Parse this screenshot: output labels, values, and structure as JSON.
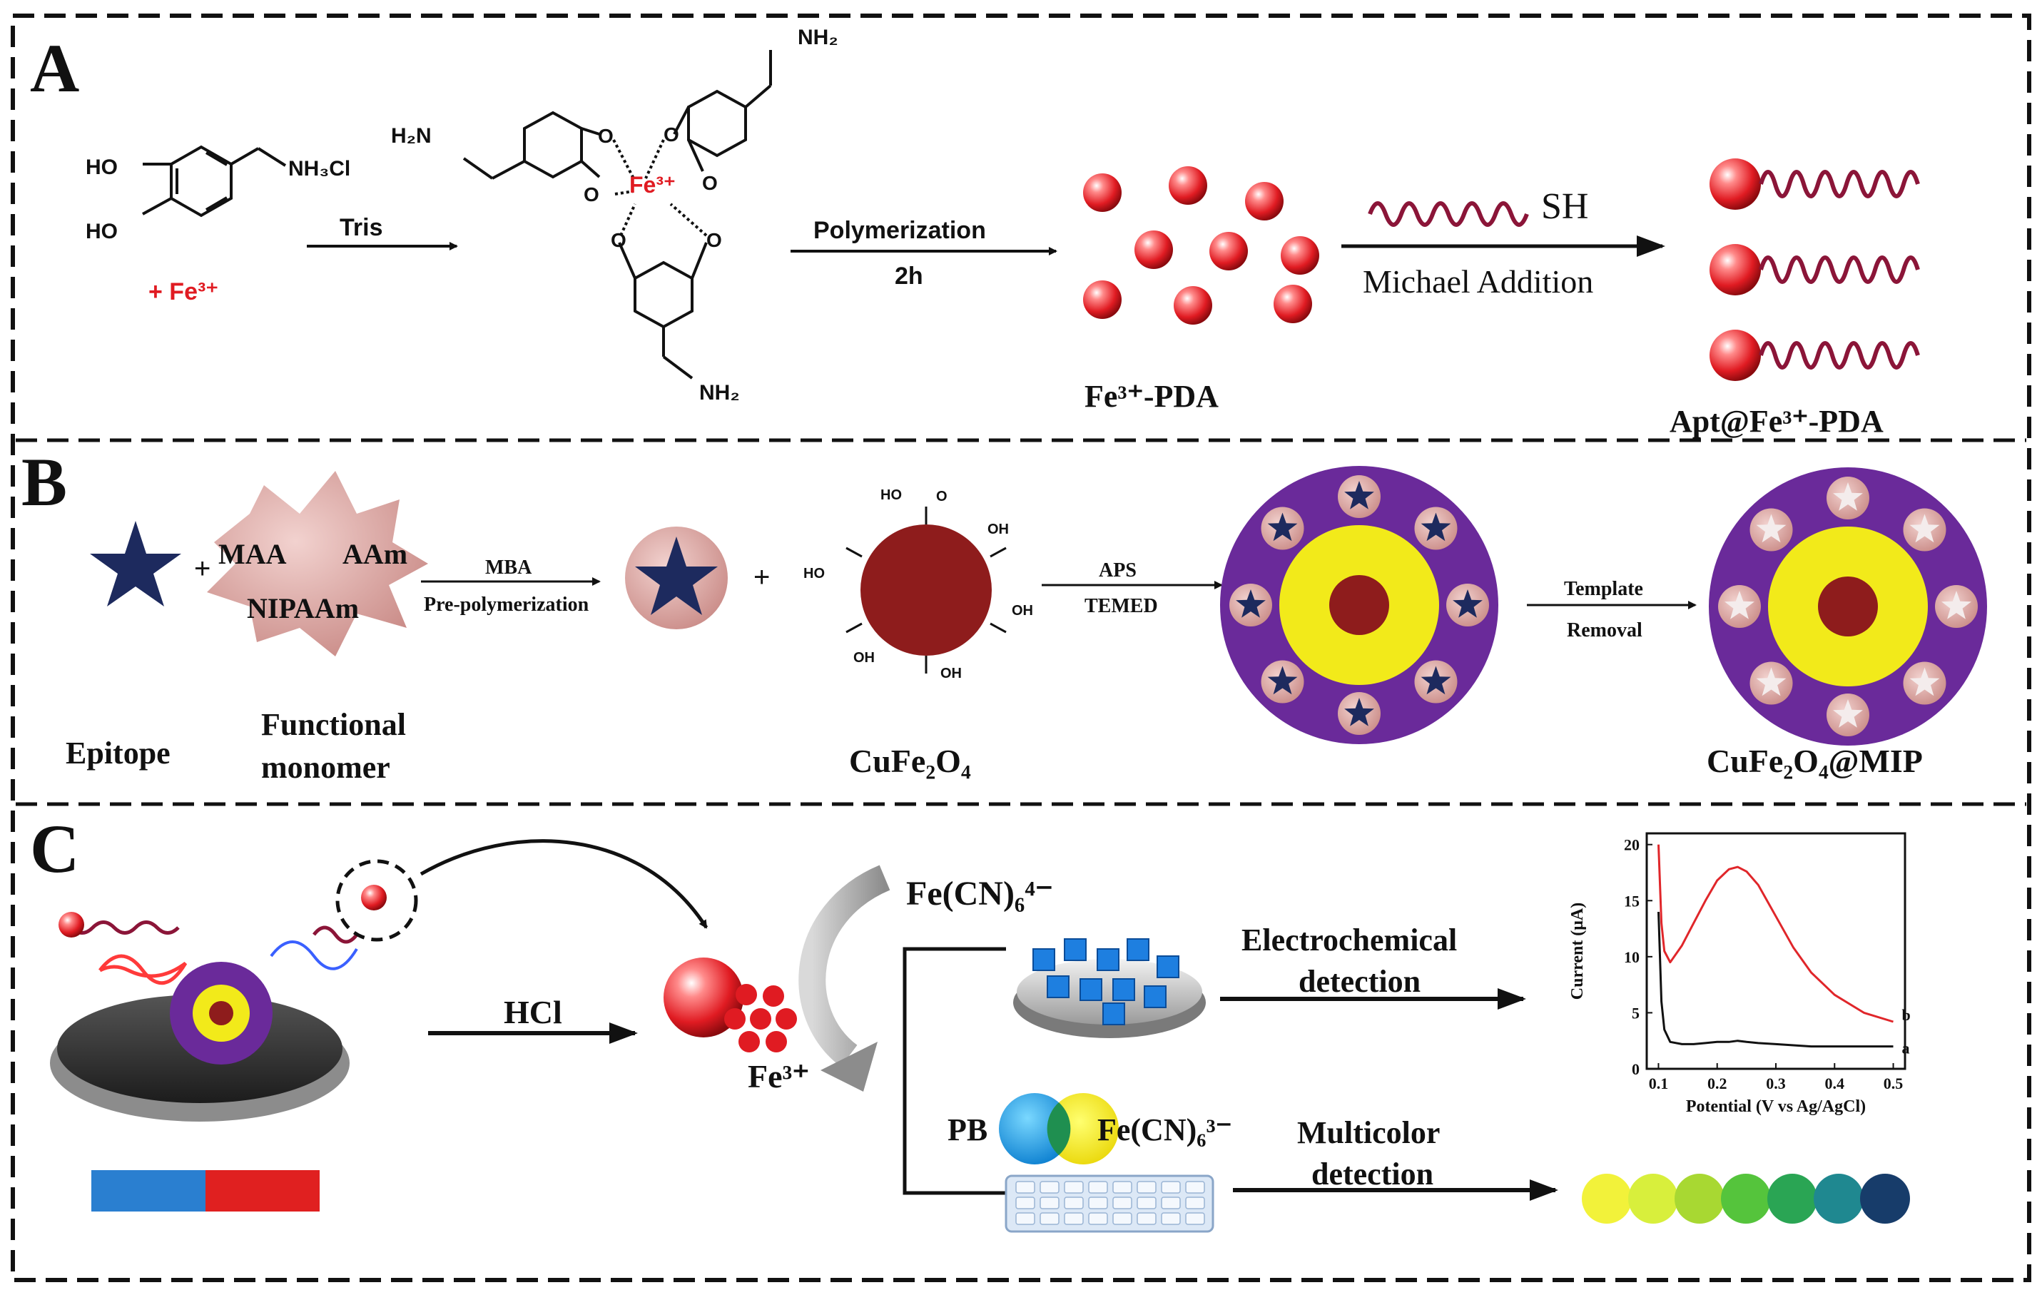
{
  "panels": {
    "A": {
      "letter": "A",
      "dopamine_ho1": "HO",
      "dopamine_ho2": "HO",
      "dopamine_nh3cl": "NH₃Cl",
      "plus_fe": "+ Fe³⁺",
      "tris_label": "Tris",
      "complex_h2n": "H₂N",
      "complex_nh2_top": "NH₂",
      "complex_nh2_bottom": "NH₂",
      "complex_center": "Fe³⁺",
      "complex_o": "O",
      "polymerization_label": "Polymerization",
      "polymerization_time": "2h",
      "fe_pda_label": "Fe³⁺-PDA",
      "sh_label": "SH",
      "michael_label": "Michael Addition",
      "apt_label": "Apt@Fe³⁺-PDA"
    },
    "B": {
      "letter": "B",
      "epitope_label": "Epitope",
      "monomer_maa": "MAA",
      "monomer_aam": "AAm",
      "monomer_nipaam": "NIPAAm",
      "functional_monomer_1": "Functional",
      "functional_monomer_2": "monomer",
      "mba_label": "MBA",
      "prepoly_label": "Pre-polymerization",
      "plus": "+",
      "cufe2o4_label": "CuFe₂O₄",
      "cooh_oh": "OH",
      "cooh_ho": "HO",
      "cooh_o": "O",
      "aps_label": "APS",
      "temed_label": "TEMED",
      "template_label": "Template",
      "removal_label": "Removal",
      "mip_label": "CuFe₂O₄@MIP"
    },
    "C": {
      "letter": "C",
      "hcl_label": "HCl",
      "fe3_label": "Fe³⁺",
      "fecn6_4": "Fe(CN)₆⁴⁻",
      "fecn6_3": "Fe(CN)₆³⁻",
      "pb_label": "PB",
      "electrochem_1": "Electrochemical",
      "electrochem_2": "detection",
      "multicolor_1": "Multicolor",
      "multicolor_2": "detection",
      "swatch_colors": [
        "#f2f23a",
        "#d8ef3c",
        "#a8d832",
        "#55c43c",
        "#2aa554",
        "#1f8890",
        "#173c6a"
      ]
    }
  },
  "colors": {
    "sphere_red": "#e01b22",
    "aptamer": "#8b1538",
    "star_navy": "#1d2a5e",
    "mip_purple": "#6a2a9a",
    "mip_yellow": "#f2ea1a",
    "core_red": "#8e1c1c",
    "arrow": "#111111",
    "magnet_blue": "#2a7fd0",
    "magnet_red": "#e02020",
    "curve_a": "#111111",
    "curve_b": "#e0262a"
  },
  "chart_data": {
    "type": "line",
    "title": "",
    "xlabel": "Potential (V vs Ag/AgCl)",
    "ylabel": "Current (μA)",
    "xlim": [
      0.08,
      0.52
    ],
    "ylim": [
      0,
      21
    ],
    "xticks": [
      "0.1",
      "0.2",
      "0.3",
      "0.4",
      "0.5"
    ],
    "yticks": [
      "0",
      "5",
      "10",
      "15",
      "20"
    ],
    "x": [
      0.1,
      0.105,
      0.11,
      0.12,
      0.14,
      0.16,
      0.18,
      0.2,
      0.22,
      0.235,
      0.25,
      0.27,
      0.3,
      0.33,
      0.36,
      0.4,
      0.45,
      0.5
    ],
    "series": [
      {
        "name": "a",
        "values": [
          14,
          6,
          3.5,
          2.4,
          2.2,
          2.2,
          2.3,
          2.4,
          2.4,
          2.5,
          2.4,
          2.3,
          2.2,
          2.1,
          2.0,
          2.0,
          2.0,
          2.0
        ]
      },
      {
        "name": "b",
        "values": [
          20,
          13,
          10.5,
          9.5,
          11,
          13,
          15,
          16.8,
          17.8,
          18.0,
          17.6,
          16.4,
          13.6,
          10.8,
          8.6,
          6.6,
          5.0,
          4.2
        ]
      }
    ]
  }
}
